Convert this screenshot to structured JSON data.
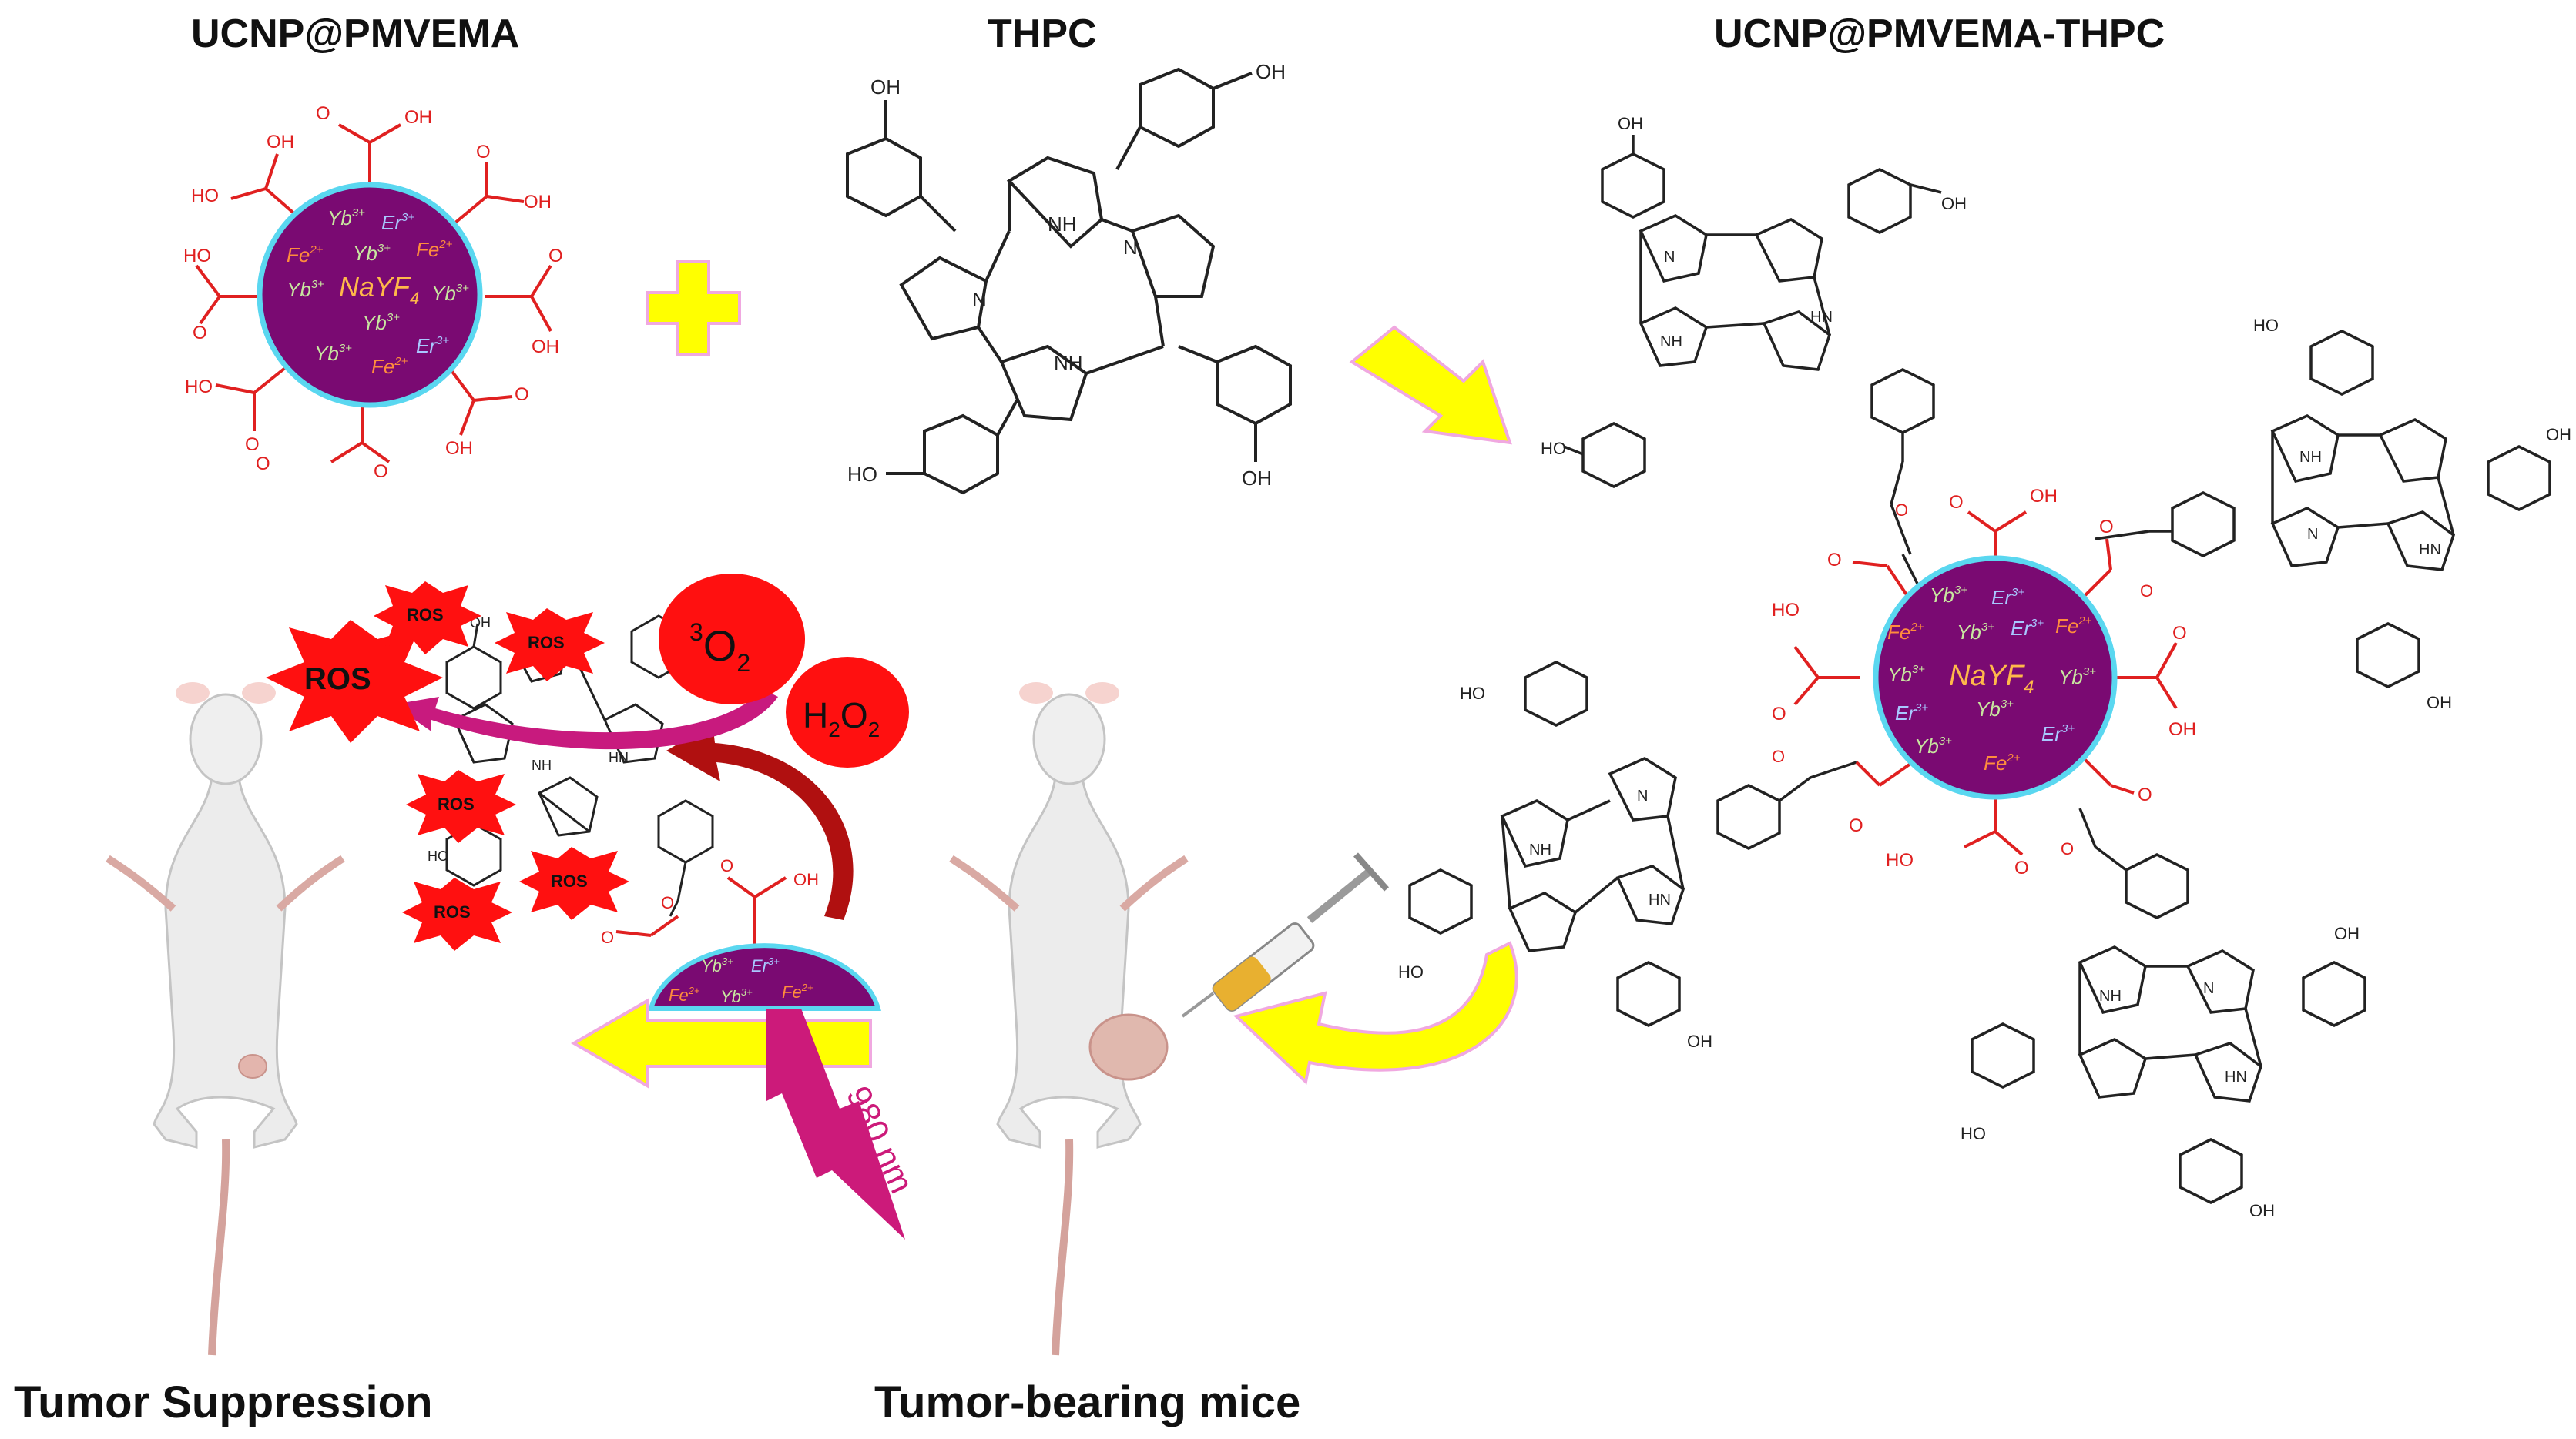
{
  "titles": {
    "ucnp_pmvema": "UCNP@PMVEMA",
    "thpc": "THPC",
    "ucnp_pmvema_thpc": "UCNP@PMVEMA-THPC",
    "tumor_suppression": "Tumor Suppression",
    "tumor_bearing_mice": "Tumor-bearing mice"
  },
  "nanoparticle": {
    "core": "NaYF",
    "core_sub": "4",
    "ions": {
      "yb": "Yb",
      "er": "Er",
      "fe": "Fe",
      "yb_charge": "3+",
      "er_charge": "3+",
      "fe_charge": "2+"
    },
    "groups": {
      "oh": "OH",
      "ho": "HO",
      "o": "O",
      "n": "N",
      "nh": "NH",
      "hn": "HN"
    }
  },
  "ros": {
    "label": "ROS",
    "oxygen_super": "3",
    "oxygen": "O",
    "oxygen_sub": "2",
    "h2o2_h": "H",
    "h2o2_sub": "2",
    "h2o2_o": "O",
    "h2o2_sub2": "2"
  },
  "laser": {
    "label": "980 nm"
  },
  "colors": {
    "core_fill": "#7a0a72",
    "core_ring": "#5ad7f0",
    "acid_red": "#e02020",
    "ros_red": "#ff1a1a",
    "yellow_arrow": "#ffff00",
    "laser_magenta": "#cc1a7a",
    "yb_color": "#c8e6a0",
    "er_color": "#a8c8ff",
    "fe_color": "#ff8c3c"
  }
}
